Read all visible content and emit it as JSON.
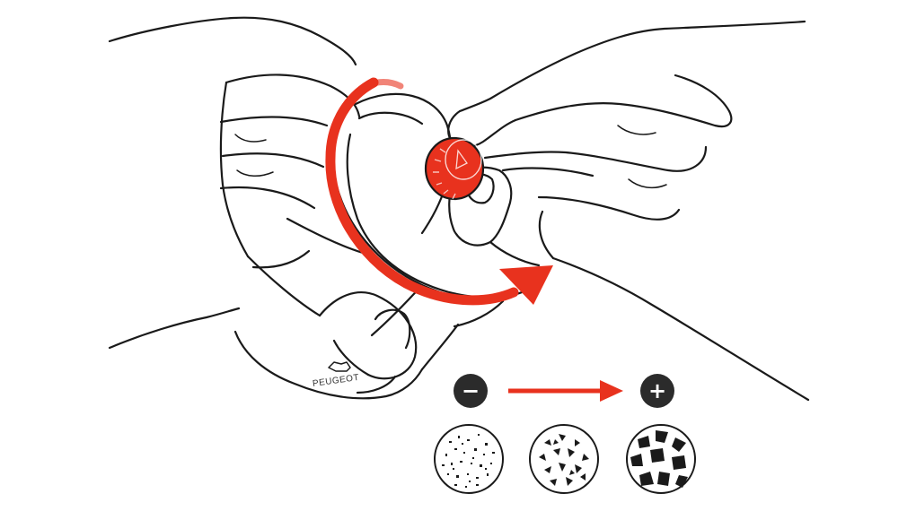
{
  "illustration": {
    "brand_text": "PEUGEOT",
    "accent_color": "#e8321e",
    "outline_color": "#1a1a1a",
    "direction_icon": "clockwise-rotation-arrow-icon"
  },
  "grind_scale": {
    "min_symbol": "−",
    "max_symbol": "+",
    "min_icon": "minus-icon",
    "max_icon": "plus-icon",
    "arrow_icon": "right-arrow-icon",
    "levels": [
      {
        "name": "fine",
        "icon": "fine-grind-icon"
      },
      {
        "name": "medium",
        "icon": "medium-grind-icon"
      },
      {
        "name": "coarse",
        "icon": "coarse-grind-icon"
      }
    ]
  }
}
